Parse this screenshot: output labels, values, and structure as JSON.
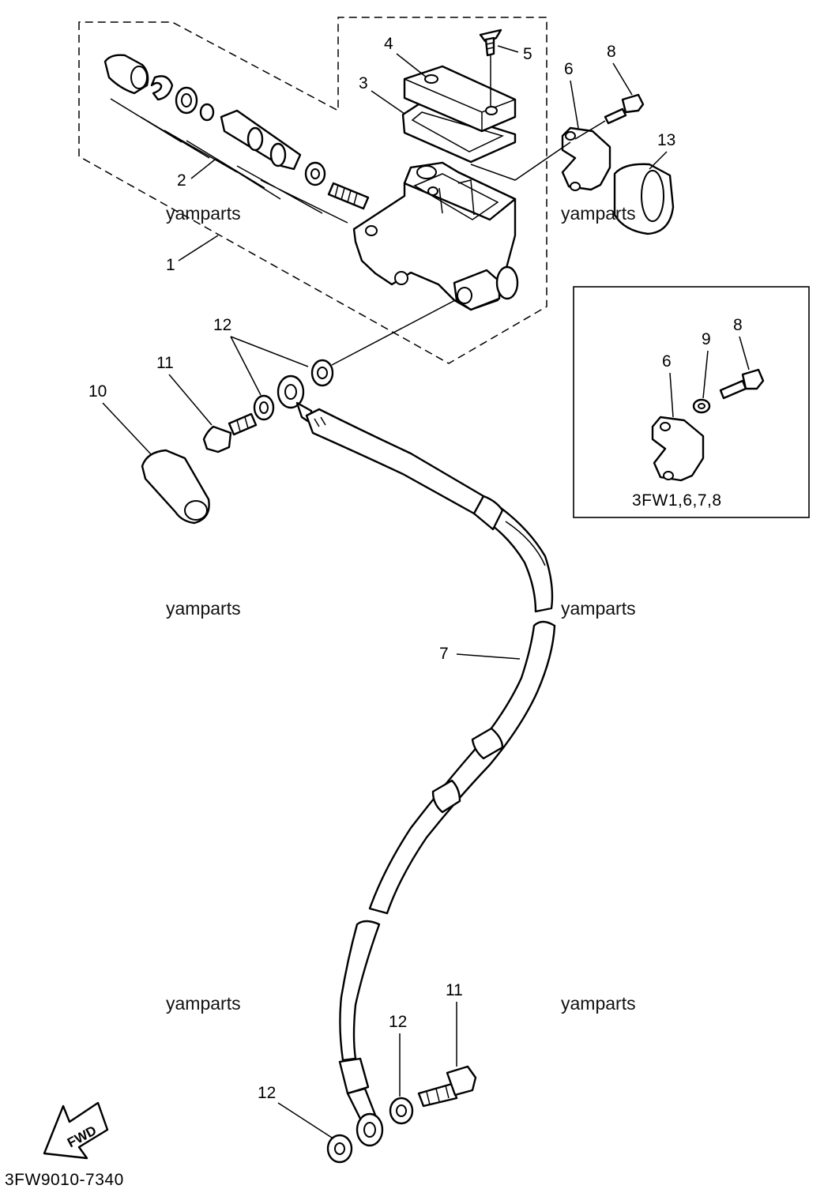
{
  "callouts": {
    "c1": "1",
    "c2": "2",
    "c3": "3",
    "c4": "4",
    "c5": "5",
    "c6": "6",
    "c7": "7",
    "c8": "8",
    "c10": "10",
    "c11": "11",
    "c12": "12",
    "c13": "13",
    "c12_mid": "12",
    "c11_bottom": "11",
    "c12_bottom": "12",
    "c12_bottom_left": "12"
  },
  "inset": {
    "c6": "6",
    "c8": "8",
    "c9": "9",
    "caption": "3FW1,6,7,8"
  },
  "watermarks": [
    "yamparts",
    "yamparts",
    "yamparts",
    "yamparts",
    "yamparts",
    "yamparts"
  ],
  "direction_arrow": {
    "label": "FWD",
    "icon": "fwd-arrow-icon"
  },
  "diagram_code": "3FW9010-7340"
}
